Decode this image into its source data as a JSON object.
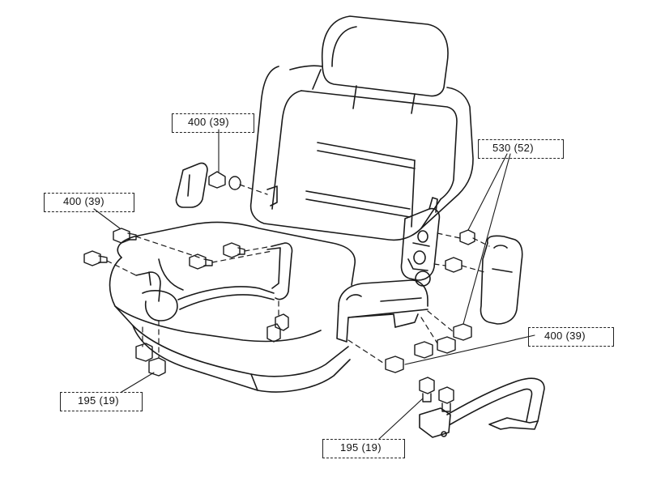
{
  "labels": {
    "torque_backrest_hinge": "400 (39)",
    "torque_seat_front": "400 (39)",
    "torque_recliner": "530 (52)",
    "torque_lower_rear": "400 (39)",
    "torque_seat_rear_left": "195 (19)",
    "torque_rail_bolts": "195 (19)"
  }
}
